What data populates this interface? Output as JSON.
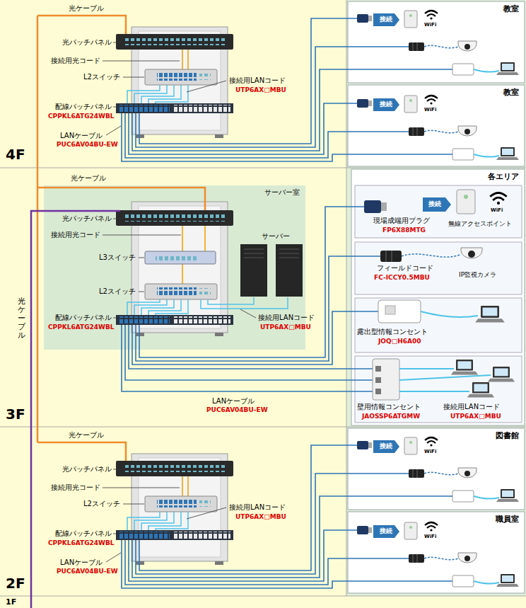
{
  "diagram": {
    "nodes": [
      {
        "text": [
          "4F"
        ]
      },
      {
        "text": [
          "教室"
        ],
        "in": 0
      },
      {
        "text": [
          "教室"
        ],
        "in": 0
      },
      {
        "text": [
          "3F"
        ]
      },
      {
        "text": [
          "サーバー室"
        ],
        "in": 3
      },
      {
        "text": [
          "各エリア"
        ],
        "in": 3
      },
      {
        "text": [
          "現場成端用プラグ",
          "FP6X88MTG",
          "無線アクセスポイント"
        ],
        "in": 5
      },
      {
        "text": [
          "フィールドコード",
          "FC-ICCY0.5MBU",
          "IP監視カメラ"
        ],
        "in": 5
      },
      {
        "text": [
          "露出型情報コンセント",
          "JOQ□H6A00"
        ],
        "in": 5
      },
      {
        "text": [
          "壁用情報コンセント",
          "JAOSSP6ATGMW",
          "接続用LANコード",
          "UTP6AX□MBU"
        ],
        "in": 5
      },
      {
        "text": [
          "2F"
        ]
      },
      {
        "text": [
          "図書館"
        ],
        "in": 10
      },
      {
        "text": [
          "職員室"
        ],
        "in": 10
      },
      {
        "text": [
          "1F"
        ]
      }
    ],
    "labels": [
      "光ケーブル",
      "光パッチパネル",
      "接続用光コード",
      "L2スイッチ",
      "接続用LANコード",
      "UTP6AX□MBU",
      "配線パッチパネル",
      "CPPKL6ATG24WBL",
      "LANケーブル",
      "PUC6AV04BU-EW",
      "接続",
      "WiFi",
      "接続",
      "WiFi",
      "光ケーブル",
      "光パッチパネル",
      "接続用光コード",
      "L3スイッチ",
      "L2スイッチ",
      "サーバー",
      "配線パッチパネル",
      "CPPKL6ATG24WBL",
      "接続用LANコード",
      "UTP6AX□MBU",
      "LANケーブル",
      "PUC6AV04BU-EW",
      "光ケーブル",
      "接続",
      "WiFi",
      "光ケーブル",
      "光パッチパネル",
      "接続用光コード",
      "L2スイッチ",
      "接続用LANコード",
      "UTP6AX□MBU",
      "配線パッチパネル",
      "CPPKL6ATG24WBL",
      "LANケーブル",
      "PUC6AV04BU-EW",
      "接続",
      "WiFi",
      "接続",
      "WiFi"
    ]
  }
}
